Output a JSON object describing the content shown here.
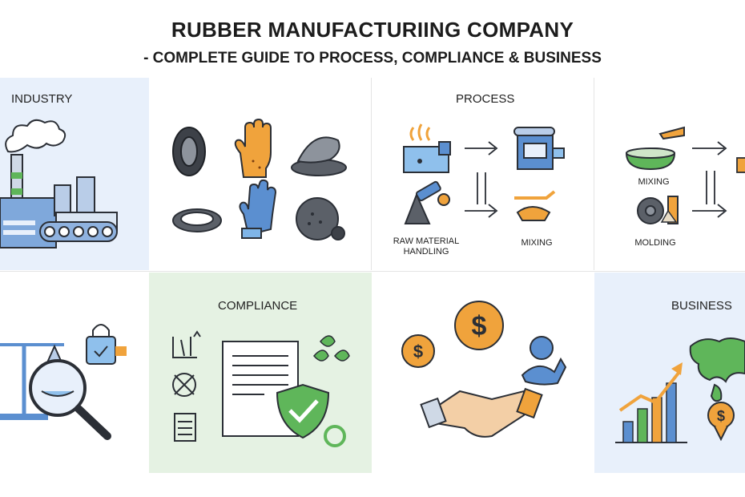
{
  "header": {
    "title": "RUBBER MANUFACTURIING COMPANY",
    "subtitle": "- COMPLETE GUIDE TO PROCESS, COMPLIANCE & BUSINESS"
  },
  "panels": {
    "industry": {
      "label": "INDUSTRY"
    },
    "process": {
      "label": "PROCESS",
      "steps": {
        "raw": "RAW MATERIAL\nHANDLING",
        "mixing": "MIXING"
      }
    },
    "process_detail": {
      "steps": {
        "mixing": "MIXING",
        "molding": "MOLDING"
      }
    },
    "compliance": {
      "label": "COMPLIANCE"
    },
    "business": {
      "label": "BUSINESS"
    }
  },
  "colors": {
    "blue_panel": "#e8f0fb",
    "green_panel": "#e5f2e3",
    "accent_orange": "#f0a33c",
    "accent_blue": "#5b8fd0",
    "accent_green": "#5fb65a",
    "outline": "#2b2f36"
  }
}
